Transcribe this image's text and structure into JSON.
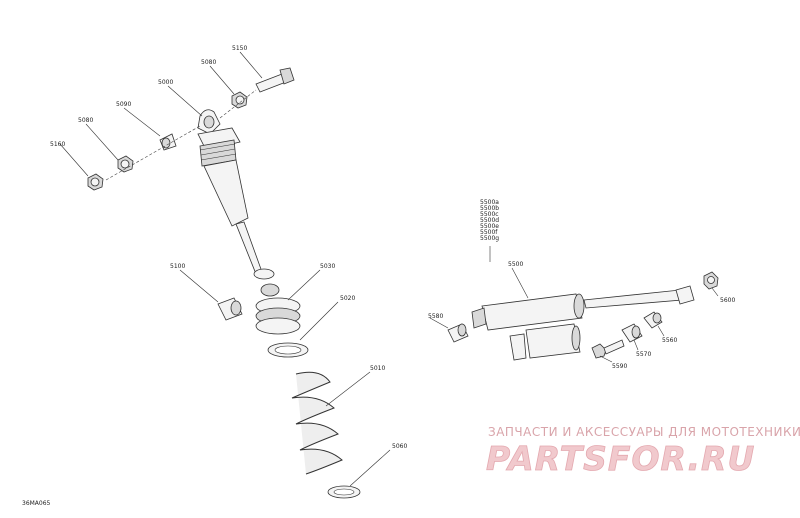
{
  "diagram_code": "36MA065",
  "watermark": {
    "tagline": "ЗАПЧАСТИ И АКСЕССУАРЫ ДЛЯ МОТОТЕХНИКИ",
    "brand": "PARTSFOR.RU"
  },
  "labels": {
    "l5150": "5150",
    "l5080a": "5080",
    "l5000": "5000",
    "l5090": "5090",
    "l5080b": "5080",
    "l5160": "5160",
    "l5100": "5100",
    "l5030": "5030",
    "l5020": "5020",
    "l5010": "5010",
    "l5060": "5060",
    "l5500a": "5500a",
    "l5500b": "5500b",
    "l5500c": "5500c",
    "l5500d": "5500d",
    "l5500e": "5500e",
    "l5500f": "5500f",
    "l5500g": "5500g",
    "l5500": "5500",
    "l5580": "5580",
    "l5600": "5600",
    "l5560": "5560",
    "l5570": "5570",
    "l5590": "5590"
  }
}
